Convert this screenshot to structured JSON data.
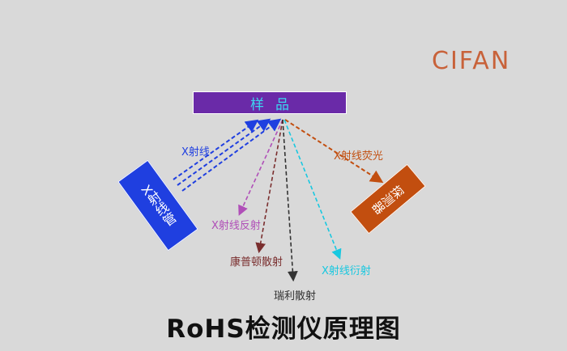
{
  "logo": {
    "text": "CIFAN"
  },
  "sample": {
    "label": "样品"
  },
  "tube": {
    "label": "X射线管"
  },
  "detector": {
    "label": "探测器"
  },
  "labels": {
    "xray": "X射线",
    "fluorescence": "X射线荧光",
    "reflection": "X射线反射",
    "compton": "康普顿散射",
    "diffraction": "X射线衍射",
    "rayleigh": "瑞利散射"
  },
  "title": "RoHS检测仪原理图",
  "colors": {
    "background": "#d9d9d9",
    "sample_fill": "#6a2aa8",
    "sample_text": "#3bd6f0",
    "tube_fill": "#1f3fe0",
    "detector_fill": "#c24e0f",
    "xray_arrow": "#1f3fe0",
    "fluorescence_arrow": "#c24e0f",
    "reflection_arrow": "#b04fb8",
    "compton_arrow": "#7a2e2e",
    "rayleigh_arrow": "#333333",
    "diffraction_arrow": "#18c8e0",
    "logo": "#c8623a"
  }
}
